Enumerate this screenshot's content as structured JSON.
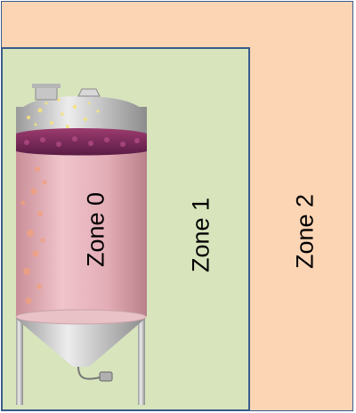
{
  "zones": [
    {
      "label": "Zone 0"
    },
    {
      "label": "Zone 1"
    },
    {
      "label": "Zone 2"
    }
  ],
  "colors": {
    "zone2_fill": "#fcd5b5",
    "zone1_fill": "#d7e4bc",
    "border": "#3a5a8a",
    "tank_body": "#e7b5bd",
    "must_cap": "#7a2a5a",
    "steel": "#c8c8c8"
  }
}
